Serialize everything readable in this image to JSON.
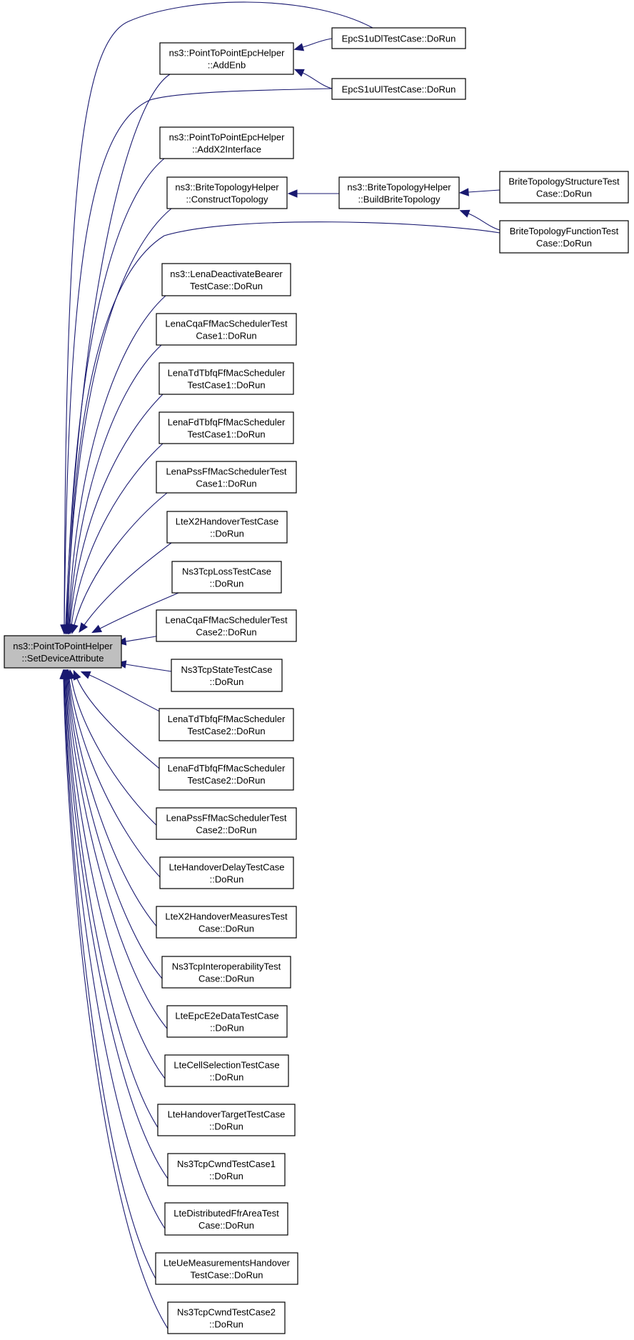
{
  "diagram": {
    "type": "call-graph",
    "colors": {
      "edge": "#191970",
      "root_fill": "#bfbfbf",
      "node_fill": "#ffffff",
      "border": "#000000"
    },
    "nodes": [
      {
        "id": "root",
        "lines": [
          "ns3::PointToPointHelper",
          "::SetDeviceAttribute"
        ]
      },
      {
        "id": "addEnb",
        "lines": [
          "ns3::PointToPointEpcHelper",
          "::AddEnb"
        ]
      },
      {
        "id": "epcDl",
        "lines": [
          "EpcS1uDlTestCase::DoRun"
        ]
      },
      {
        "id": "epcUl",
        "lines": [
          "EpcS1uUlTestCase::DoRun"
        ]
      },
      {
        "id": "addX2",
        "lines": [
          "ns3::PointToPointEpcHelper",
          "::AddX2Interface"
        ]
      },
      {
        "id": "construct",
        "lines": [
          "ns3::BriteTopologyHelper",
          "::ConstructTopology"
        ]
      },
      {
        "id": "buildBrite",
        "lines": [
          "ns3::BriteTopologyHelper",
          "::BuildBriteTopology"
        ]
      },
      {
        "id": "briteStruct",
        "lines": [
          "BriteTopologyStructureTest",
          "Case::DoRun"
        ]
      },
      {
        "id": "briteFunc",
        "lines": [
          "BriteTopologyFunctionTest",
          "Case::DoRun"
        ]
      },
      {
        "id": "lenaDeact",
        "lines": [
          "ns3::LenaDeactivateBearer",
          "TestCase::DoRun"
        ]
      },
      {
        "id": "cqa1",
        "lines": [
          "LenaCqaFfMacSchedulerTest",
          "Case1::DoRun"
        ]
      },
      {
        "id": "tdtbfq1",
        "lines": [
          "LenaTdTbfqFfMacScheduler",
          "TestCase1::DoRun"
        ]
      },
      {
        "id": "fdtbfq1",
        "lines": [
          "LenaFdTbfqFfMacScheduler",
          "TestCase1::DoRun"
        ]
      },
      {
        "id": "pss1",
        "lines": [
          "LenaPssFfMacSchedulerTest",
          "Case1::DoRun"
        ]
      },
      {
        "id": "x2ho",
        "lines": [
          "LteX2HandoverTestCase",
          "::DoRun"
        ]
      },
      {
        "id": "tcpLoss",
        "lines": [
          "Ns3TcpLossTestCase",
          "::DoRun"
        ]
      },
      {
        "id": "cqa2",
        "lines": [
          "LenaCqaFfMacSchedulerTest",
          "Case2::DoRun"
        ]
      },
      {
        "id": "tcpState",
        "lines": [
          "Ns3TcpStateTestCase",
          "::DoRun"
        ]
      },
      {
        "id": "tdtbfq2",
        "lines": [
          "LenaTdTbfqFfMacScheduler",
          "TestCase2::DoRun"
        ]
      },
      {
        "id": "fdtbfq2",
        "lines": [
          "LenaFdTbfqFfMacScheduler",
          "TestCase2::DoRun"
        ]
      },
      {
        "id": "pss2",
        "lines": [
          "LenaPssFfMacSchedulerTest",
          "Case2::DoRun"
        ]
      },
      {
        "id": "hoDelay",
        "lines": [
          "LteHandoverDelayTestCase",
          "::DoRun"
        ]
      },
      {
        "id": "x2hoMeas",
        "lines": [
          "LteX2HandoverMeasuresTest",
          "Case::DoRun"
        ]
      },
      {
        "id": "tcpInterop",
        "lines": [
          "Ns3TcpInteroperabilityTest",
          "Case::DoRun"
        ]
      },
      {
        "id": "epcE2e",
        "lines": [
          "LteEpcE2eDataTestCase",
          "::DoRun"
        ]
      },
      {
        "id": "cellSel",
        "lines": [
          "LteCellSelectionTestCase",
          "::DoRun"
        ]
      },
      {
        "id": "hoTarget",
        "lines": [
          "LteHandoverTargetTestCase",
          "::DoRun"
        ]
      },
      {
        "id": "cwnd1",
        "lines": [
          "Ns3TcpCwndTestCase1",
          "::DoRun"
        ]
      },
      {
        "id": "ffrArea",
        "lines": [
          "LteDistributedFfrAreaTest",
          "Case::DoRun"
        ]
      },
      {
        "id": "ueMeasHo",
        "lines": [
          "LteUeMeasurementsHandover",
          "TestCase::DoRun"
        ]
      },
      {
        "id": "cwnd2",
        "lines": [
          "Ns3TcpCwndTestCase2",
          "::DoRun"
        ]
      }
    ],
    "edges": [
      {
        "from": "addEnb",
        "to": "root"
      },
      {
        "from": "epcDl",
        "to": "addEnb"
      },
      {
        "from": "epcUl",
        "to": "addEnb"
      },
      {
        "from": "epcDl",
        "to": "root"
      },
      {
        "from": "epcUl",
        "to": "root"
      },
      {
        "from": "addX2",
        "to": "root"
      },
      {
        "from": "construct",
        "to": "root"
      },
      {
        "from": "buildBrite",
        "to": "construct"
      },
      {
        "from": "briteStruct",
        "to": "buildBrite"
      },
      {
        "from": "briteFunc",
        "to": "buildBrite"
      },
      {
        "from": "briteFunc",
        "to": "root"
      },
      {
        "from": "lenaDeact",
        "to": "root"
      },
      {
        "from": "cqa1",
        "to": "root"
      },
      {
        "from": "tdtbfq1",
        "to": "root"
      },
      {
        "from": "fdtbfq1",
        "to": "root"
      },
      {
        "from": "pss1",
        "to": "root"
      },
      {
        "from": "x2ho",
        "to": "root"
      },
      {
        "from": "tcpLoss",
        "to": "root"
      },
      {
        "from": "cqa2",
        "to": "root"
      },
      {
        "from": "tcpState",
        "to": "root"
      },
      {
        "from": "tdtbfq2",
        "to": "root"
      },
      {
        "from": "fdtbfq2",
        "to": "root"
      },
      {
        "from": "pss2",
        "to": "root"
      },
      {
        "from": "hoDelay",
        "to": "root"
      },
      {
        "from": "x2hoMeas",
        "to": "root"
      },
      {
        "from": "tcpInterop",
        "to": "root"
      },
      {
        "from": "epcE2e",
        "to": "root"
      },
      {
        "from": "cellSel",
        "to": "root"
      },
      {
        "from": "hoTarget",
        "to": "root"
      },
      {
        "from": "cwnd1",
        "to": "root"
      },
      {
        "from": "ffrArea",
        "to": "root"
      },
      {
        "from": "ueMeasHo",
        "to": "root"
      },
      {
        "from": "cwnd2",
        "to": "root"
      }
    ]
  }
}
